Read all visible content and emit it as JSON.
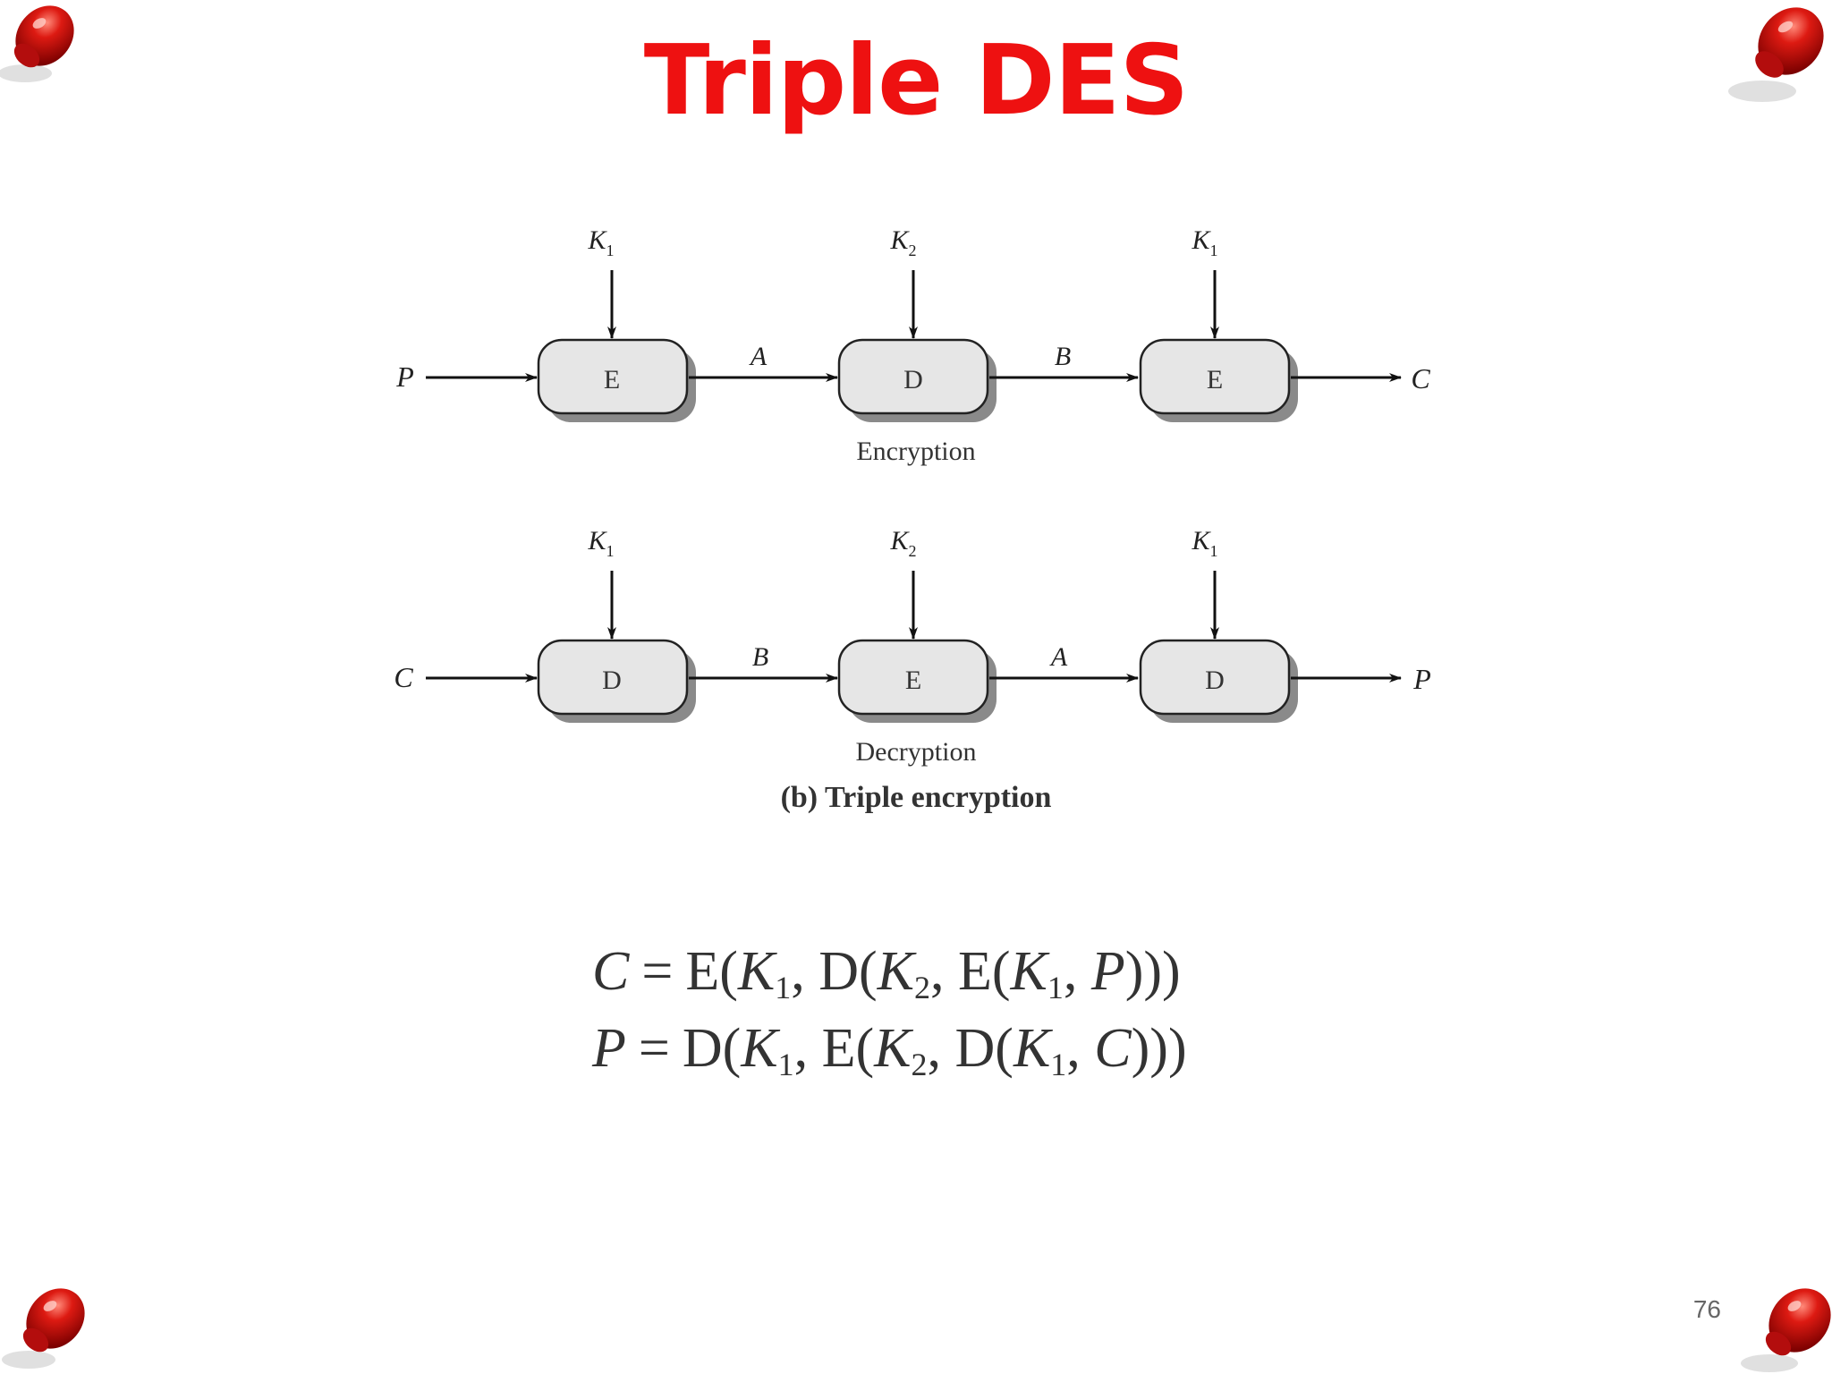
{
  "slide": {
    "title": "Triple DES",
    "page_number": "76"
  },
  "colors": {
    "title": "#ee1111",
    "box_fill": "#e6e6e6",
    "box_shadow": "#8a8a8a",
    "pin": "#cc1111"
  },
  "encryption": {
    "input": "P",
    "output": "C",
    "stages": [
      {
        "key": "K",
        "key_sub": "1",
        "op": "E"
      },
      {
        "key": "K",
        "key_sub": "2",
        "op": "D"
      },
      {
        "key": "K",
        "key_sub": "1",
        "op": "E"
      }
    ],
    "links": [
      "A",
      "B"
    ],
    "caption": "Encryption"
  },
  "decryption": {
    "input": "C",
    "output": "P",
    "stages": [
      {
        "key": "K",
        "key_sub": "1",
        "op": "D"
      },
      {
        "key": "K",
        "key_sub": "2",
        "op": "E"
      },
      {
        "key": "K",
        "key_sub": "1",
        "op": "D"
      }
    ],
    "links": [
      "B",
      "A"
    ],
    "caption": "Decryption"
  },
  "figure_caption": "(b) Triple encryption",
  "equations": {
    "eq1": {
      "lhs": "C",
      "eq": "=",
      "p1": "E(",
      "k1": "K",
      "s1": "1",
      "c1": ", D(",
      "k2": "K",
      "s2": "2",
      "c2": ", E(",
      "k3": "K",
      "s3": "1",
      "c3": ", ",
      "v": "P",
      "close": ")))"
    },
    "eq2": {
      "lhs": "P",
      "eq": "=",
      "p1": "D(",
      "k1": "K",
      "s1": "1",
      "c1": ", E(",
      "k2": "K",
      "s2": "2",
      "c2": ", D(",
      "k3": "K",
      "s3": "1",
      "c3": ", ",
      "v": "C",
      "close": ")))"
    }
  }
}
